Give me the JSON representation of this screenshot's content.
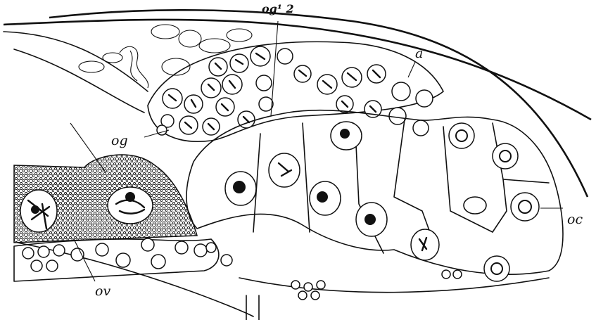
{
  "figure": {
    "labels": {
      "og12": "og¹ 2",
      "a": "a",
      "og": "og",
      "oc": "oc",
      "ov": "ov"
    }
  }
}
